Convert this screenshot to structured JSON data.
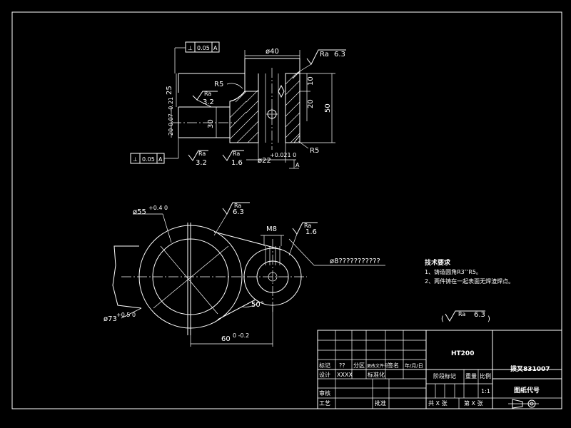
{
  "drawing": {
    "top_view": {
      "gdt_top": {
        "symbol": "⊥",
        "value": "0.05",
        "datum": "A"
      },
      "gdt_bottom": {
        "symbol": "⊥",
        "value": "0.05",
        "datum": "A"
      },
      "dim_width": "ø40",
      "roughness_top_right": {
        "label": "Ra",
        "value": "6.3"
      },
      "r5_top": "R5",
      "r5_bottom": "R5",
      "dim_25": "25",
      "dim_10": "10",
      "dim_20": "20",
      "dim_50": "50",
      "dim_30": "30",
      "dim_tol_left": "20-0.07 -0.21",
      "ra_32_upper": {
        "label": "Ra",
        "value": "3.2"
      },
      "ra_32_lower": {
        "label": "Ra",
        "value": "3.2"
      },
      "ra_16_lower": {
        "label": "Ra",
        "value": "1.6"
      },
      "dim_bore": "ø22",
      "dim_bore_tol": "+0.021 0",
      "datum_label": "A"
    },
    "bottom_view": {
      "dim_55": "ø55",
      "dim_55_tol": "+0.4 0",
      "ra_63": {
        "label": "Ra",
        "value": "6.3"
      },
      "dim_m8": "M8",
      "ra_16": {
        "label": "Ra",
        "value": "1.6"
      },
      "dim_hole": "ø8???????????",
      "dim_73": "ø73",
      "dim_73_tol": "+0.5 0",
      "dim_angle": "50°",
      "dim_60": "60",
      "dim_60_tol": "0 -0.2"
    },
    "tech_requirements": {
      "title": "技术要求",
      "line1": "1、铸造圆角R3″’R5。",
      "line2": "2、两件铸在一起表面无焊渣焊点。"
    },
    "general_roughness": {
      "label": "Ra",
      "value": "6.3"
    },
    "title_block": {
      "material": "HT200",
      "part_name": "拨叉831007",
      "drawing_code": "图纸代号",
      "col_biaoji": "标记",
      "col_chushu": "??",
      "col_fenqu": "分区",
      "col_gengai": "更改文件号",
      "col_qianming": "签名",
      "col_date": "年/月/日",
      "row_sheji": "设计",
      "row_sheji_val": "XXXX",
      "row_biaozhunhua": "标准化",
      "stage_mark": "阶段标记",
      "weight": "重量",
      "scale": "比例",
      "scale_val": "1:1",
      "shenhe": "审核",
      "gongyi": "工艺",
      "pizhun": "批准",
      "total_sheets": "共 X 张",
      "sheet_no": "第 X 张"
    }
  }
}
